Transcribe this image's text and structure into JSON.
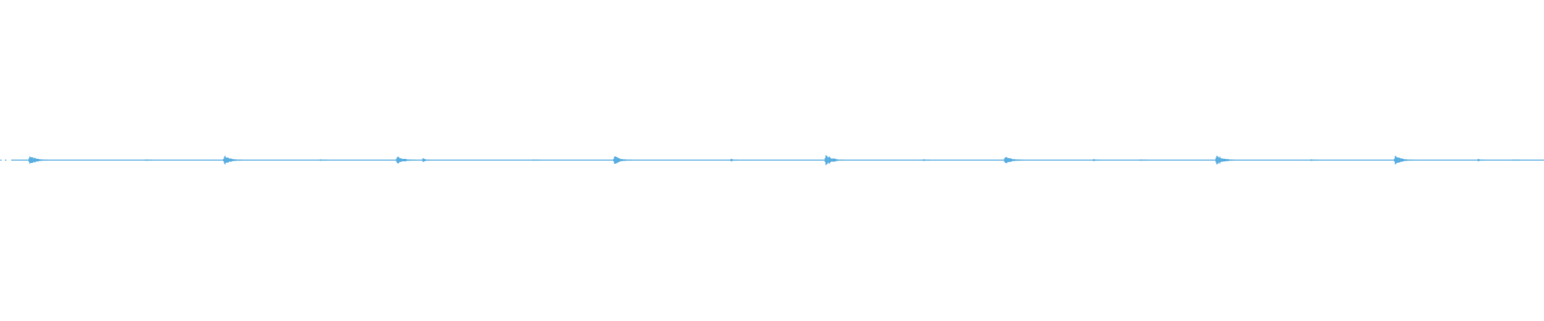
{
  "waveform": {
    "color": "#5aaee0",
    "beat_peaks": [
      {
        "amplitude": 0.85
      },
      {
        "amplitude": 0.8
      },
      {
        "amplitude": 0.7
      },
      {
        "amplitude": 0.7
      },
      {
        "amplitude": 0.95
      },
      {
        "amplitude": 0.8
      },
      {
        "amplitude": 0.95
      },
      {
        "amplitude": 0.75
      }
    ],
    "minor_peaks": [
      {
        "amplitude": 0.15
      },
      {
        "amplitude": 0.1
      },
      {
        "amplitude": 0.35
      },
      {
        "amplitude": 0.15
      },
      {
        "amplitude": 0.25
      },
      {
        "amplitude": 0.2
      },
      {
        "amplitude": 0.15
      },
      {
        "amplitude": 0.2
      },
      {
        "amplitude": 0.15
      },
      {
        "amplitude": 0.15
      },
      {
        "amplitude": 0.2
      },
      {
        "amplitude": 0.15
      }
    ]
  }
}
